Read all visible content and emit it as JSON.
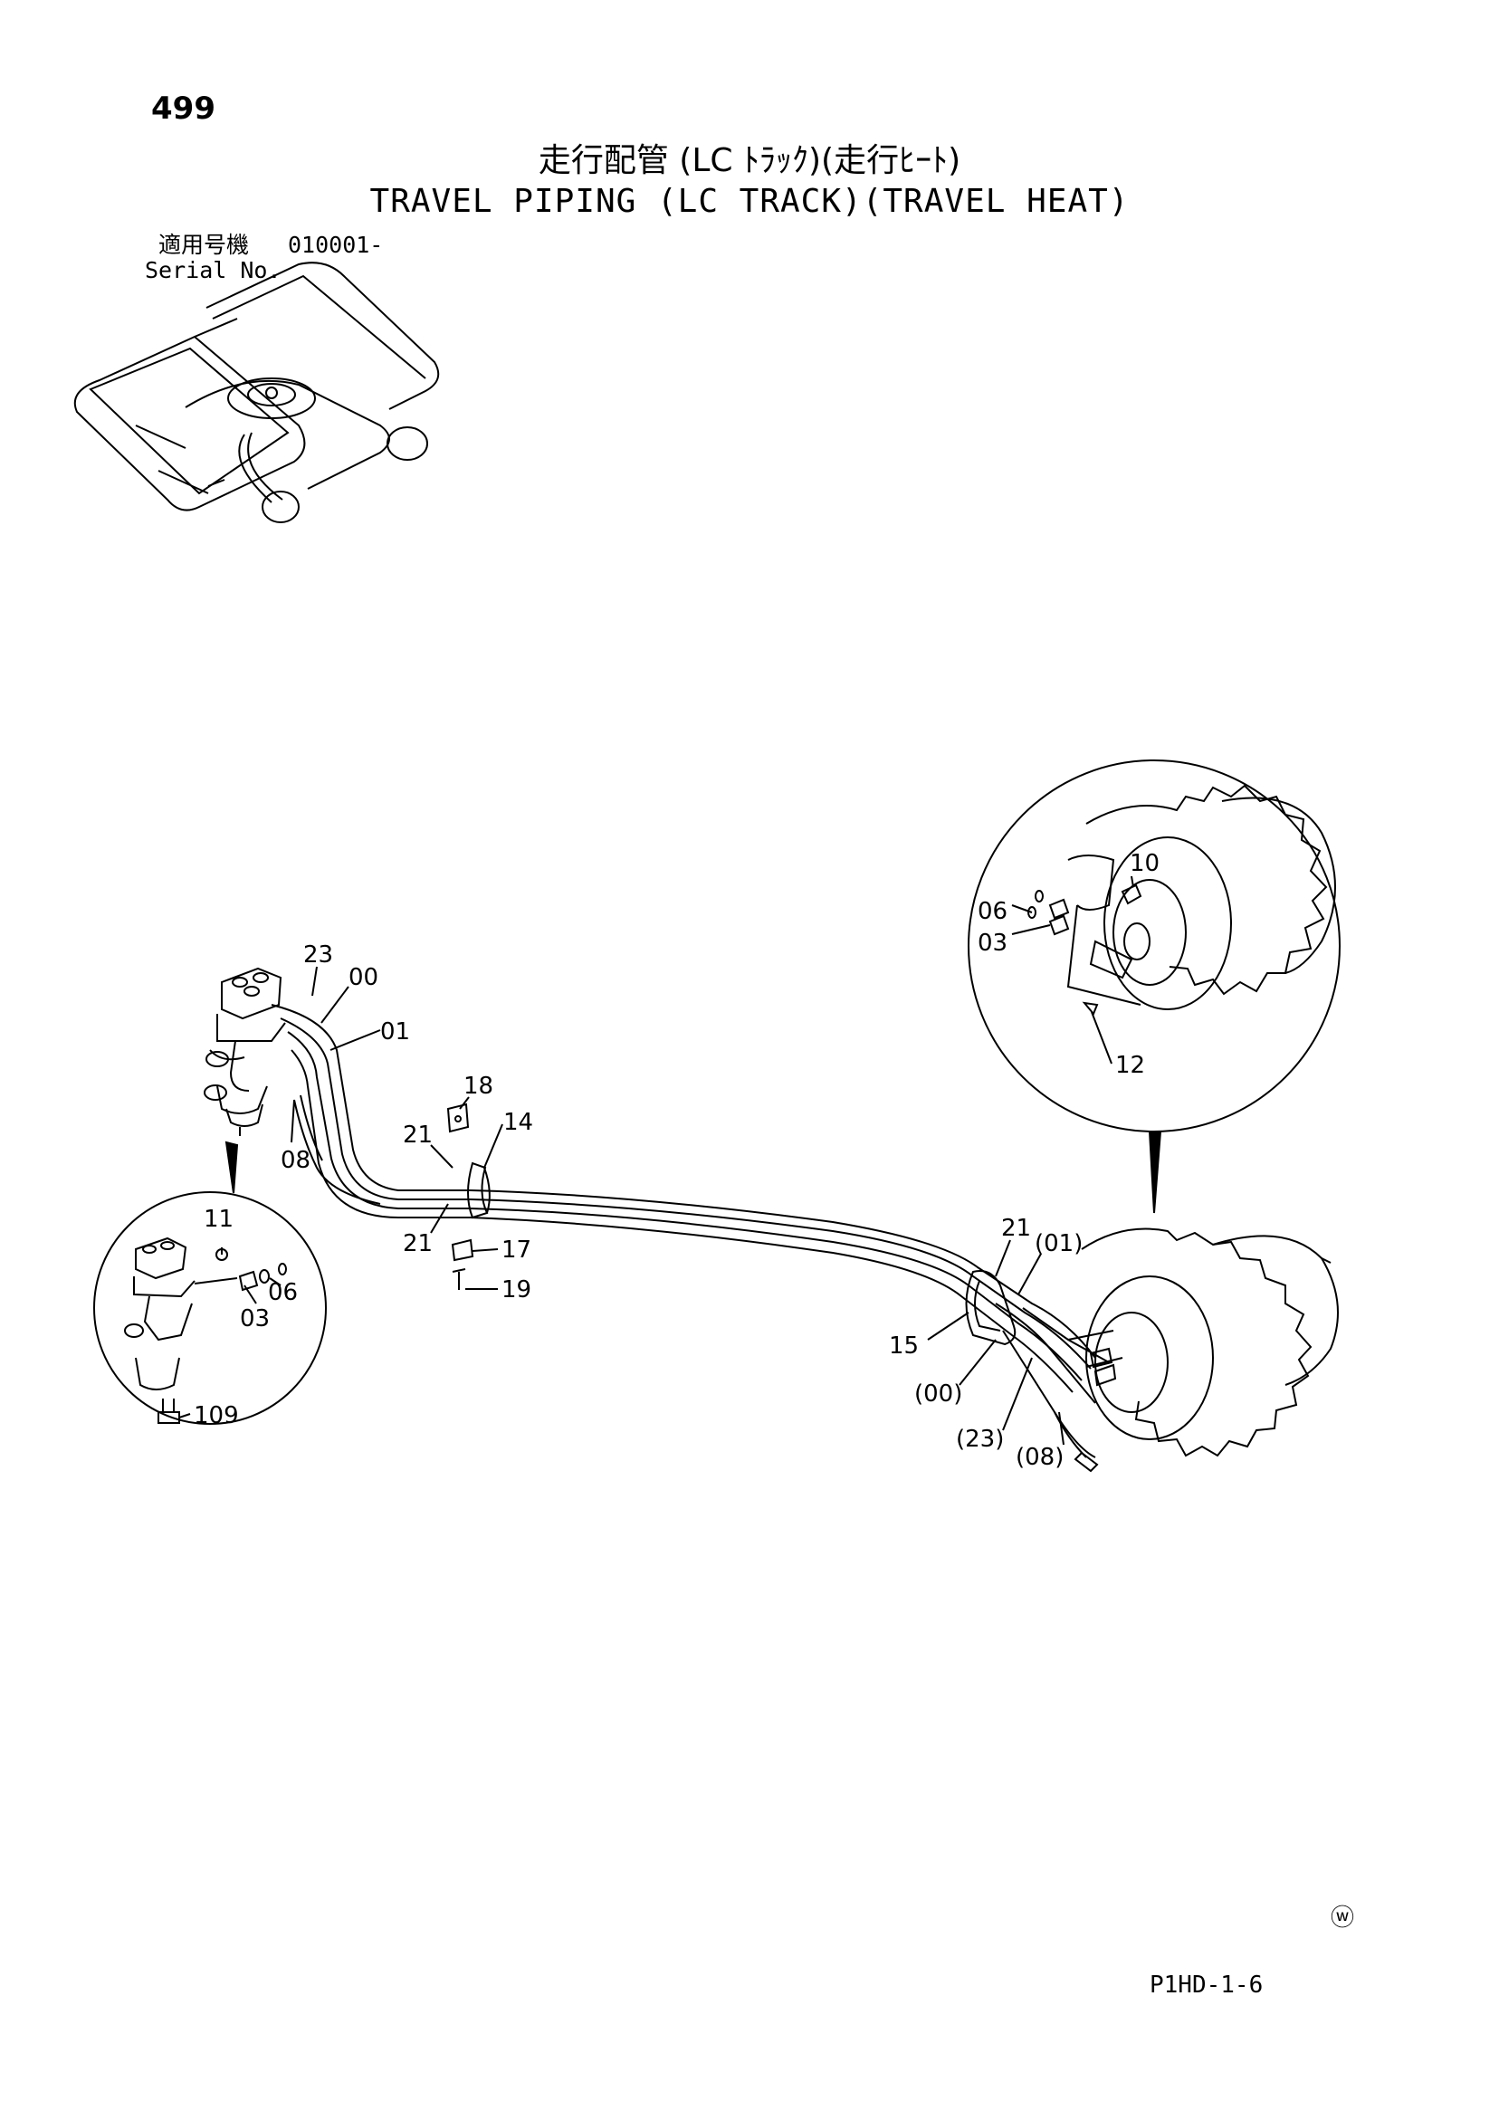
{
  "header": {
    "page_number": "499",
    "title_jp": "走行配管 (LC ﾄﾗｯｸ)(走行ﾋｰﾄ)",
    "title_en": "TRAVEL PIPING (LC TRACK)(TRAVEL HEAT)"
  },
  "serial": {
    "label_jp": "適用号機",
    "value": "010001-",
    "label_en": "Serial No."
  },
  "callouts": {
    "c23": "23",
    "c00": "00",
    "c01": "01",
    "c08": "08",
    "c18": "18",
    "c14": "14",
    "c21a": "21",
    "c21b": "21",
    "c17": "17",
    "c19": "19",
    "c11": "11",
    "c06a": "06",
    "c03a": "03",
    "c109": "109",
    "c10": "10",
    "c06b": "06",
    "c03b": "03",
    "c12": "12",
    "c21c": "21",
    "c01p": "(01)",
    "c15": "15",
    "c00p": "(00)",
    "c23p": "(23)",
    "c08p": "(08)"
  },
  "footer": {
    "code": "P1HD-1-6",
    "mark": "ⓦ"
  }
}
